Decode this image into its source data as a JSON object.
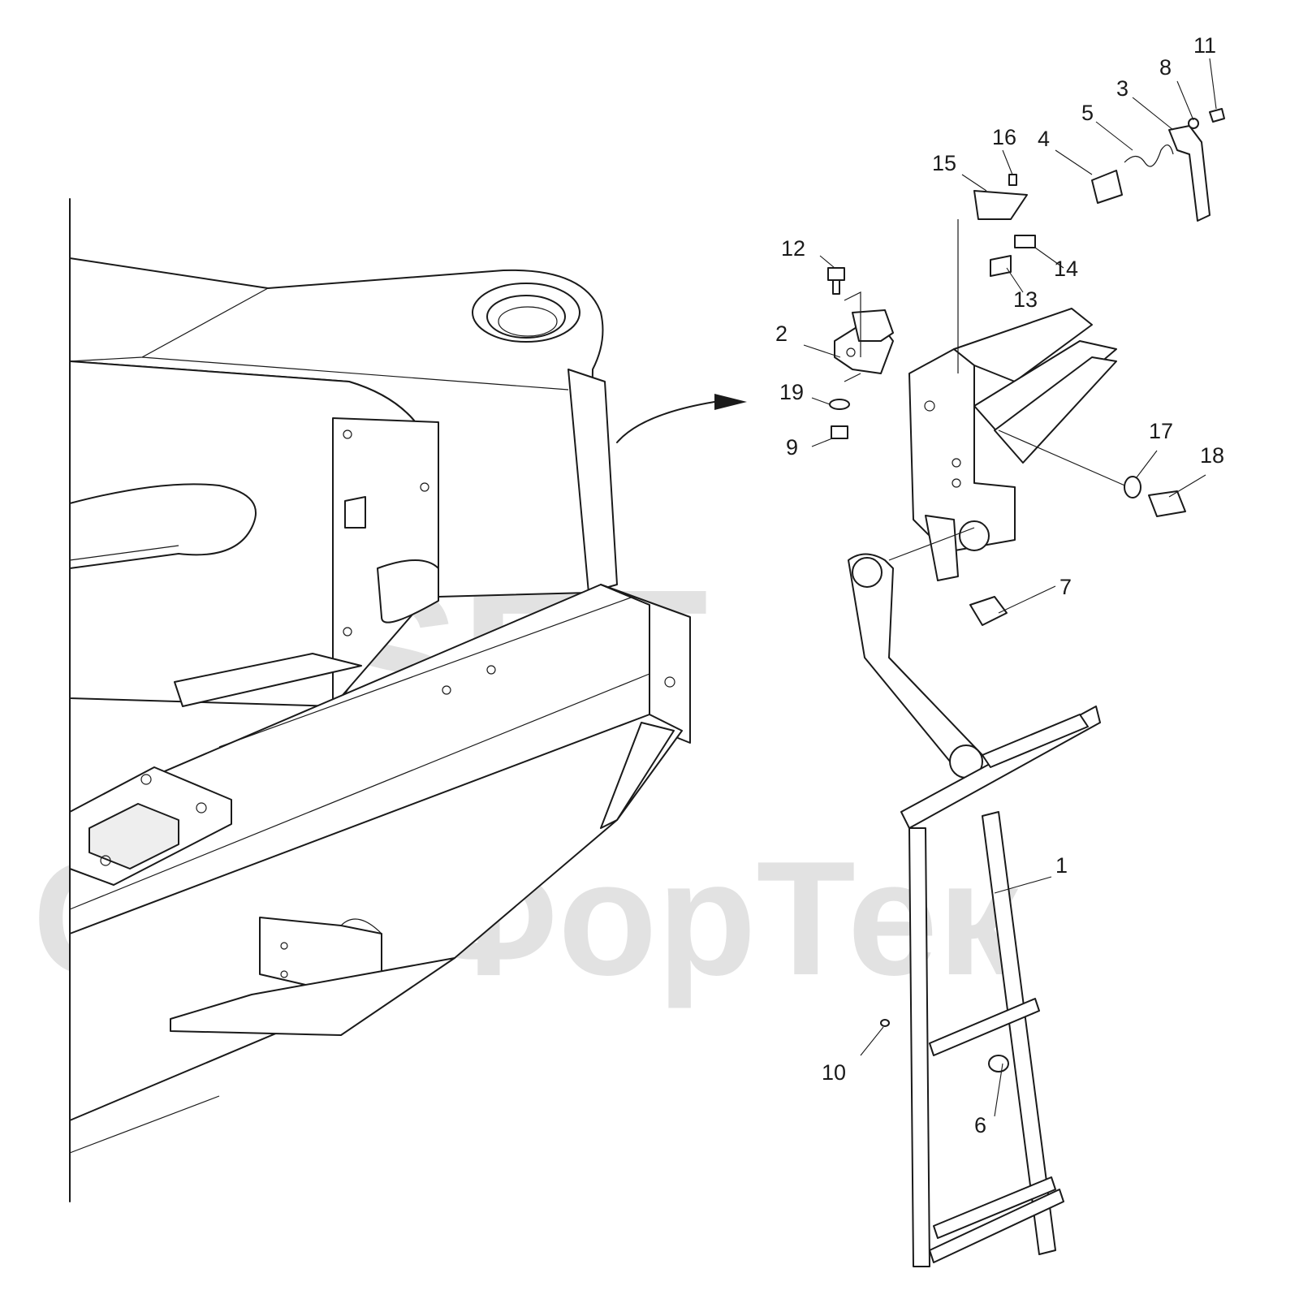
{
  "watermark": {
    "brand": "SFT",
    "company": "СканФорТек"
  },
  "callouts": [
    {
      "id": "1",
      "label": "1"
    },
    {
      "id": "2",
      "label": "2"
    },
    {
      "id": "3",
      "label": "3"
    },
    {
      "id": "4",
      "label": "4"
    },
    {
      "id": "5",
      "label": "5"
    },
    {
      "id": "6",
      "label": "6"
    },
    {
      "id": "7",
      "label": "7"
    },
    {
      "id": "8",
      "label": "8"
    },
    {
      "id": "9",
      "label": "9"
    },
    {
      "id": "10",
      "label": "10"
    },
    {
      "id": "11",
      "label": "11"
    },
    {
      "id": "12",
      "label": "12"
    },
    {
      "id": "13",
      "label": "13"
    },
    {
      "id": "14",
      "label": "14"
    },
    {
      "id": "15",
      "label": "15"
    },
    {
      "id": "16",
      "label": "16"
    },
    {
      "id": "17",
      "label": "17"
    },
    {
      "id": "18",
      "label": "18"
    },
    {
      "id": "19",
      "label": "19"
    }
  ]
}
